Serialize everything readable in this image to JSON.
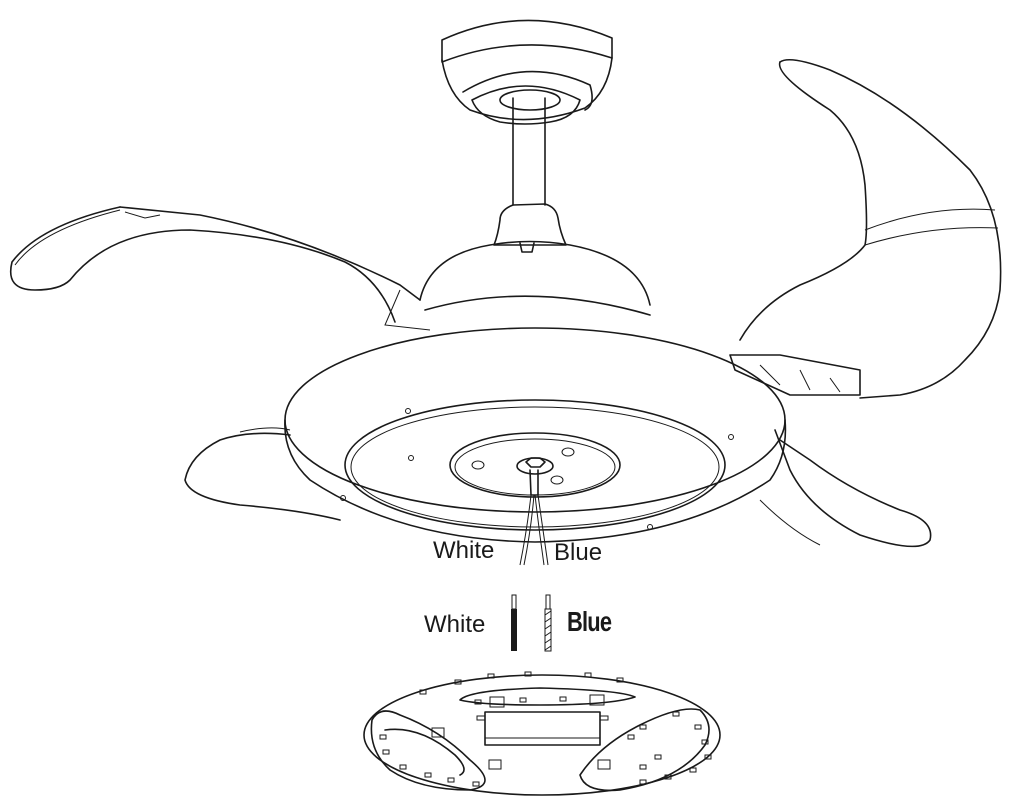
{
  "diagram": {
    "subject": "Ceiling fan with retractable blades - light kit wiring connection",
    "labels": {
      "fan_wire_white": "White",
      "fan_wire_blue": "Blue",
      "light_wire_white": "White",
      "light_wire_blue": "Blue"
    },
    "components": [
      {
        "id": "canopy",
        "label": "canopy-icon"
      },
      {
        "id": "downrod",
        "label": "downrod-icon"
      },
      {
        "id": "motor-housing",
        "label": "motor-housing-icon"
      },
      {
        "id": "fan-blades",
        "label": "blade-icon",
        "count": 4
      },
      {
        "id": "light-ring-housing",
        "label": "housing-ring-icon"
      },
      {
        "id": "led-board",
        "label": "led-board-icon"
      }
    ],
    "colors": {
      "line": "#1a1a1a",
      "background": "#ffffff"
    }
  }
}
